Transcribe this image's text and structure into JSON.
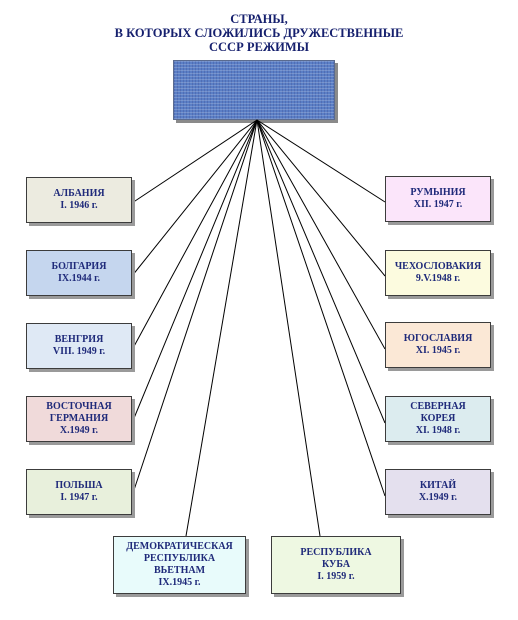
{
  "title": {
    "line1": "СТРАНЫ,",
    "line2": "В КОТОРЫХ СЛОЖИЛИСЬ ДРУЖЕСТВЕННЫЕ",
    "line3": "СССР РЕЖИМЫ"
  },
  "countries": {
    "albania": {
      "name": [
        "АЛБАНИЯ"
      ],
      "date": "I. 1946 г.",
      "color": "#ecebe0"
    },
    "bulgaria": {
      "name": [
        "БОЛГАРИЯ"
      ],
      "date": "IX.1944 г.",
      "color": "#c5d6ee"
    },
    "hungary": {
      "name": [
        "ВЕНГРИЯ"
      ],
      "date": "VIII. 1949 г.",
      "color": "#dfe9f5"
    },
    "east_germany": {
      "name": [
        "ВОСТОЧНАЯ",
        "ГЕРМАНИЯ"
      ],
      "date": "X.1949 г.",
      "color": "#f0dada"
    },
    "poland": {
      "name": [
        "ПОЛЬША"
      ],
      "date": "I. 1947 г.",
      "color": "#e8f0dc"
    },
    "romania": {
      "name": [
        "РУМЫНИЯ"
      ],
      "date": "XII. 1947 г.",
      "color": "#fbe5fa"
    },
    "czechoslovakia": {
      "name": [
        "ЧЕХОСЛОВАКИЯ"
      ],
      "date": "9.V.1948 г.",
      "color": "#fcfbdf"
    },
    "yugoslavia": {
      "name": [
        "ЮГОСЛАВИЯ"
      ],
      "date": "XI. 1945 г.",
      "color": "#fbe8d6"
    },
    "north_korea": {
      "name": [
        "СЕВЕРНАЯ",
        "КОРЕЯ"
      ],
      "date": "XI. 1948 г.",
      "color": "#dcecef"
    },
    "china": {
      "name": [
        "КИТАЙ"
      ],
      "date": "X.1949 г.",
      "color": "#e4e0ee"
    },
    "vietnam": {
      "name": [
        "ДЕМОКРАТИЧЕСКАЯ",
        "РЕСПУБЛИКА",
        "ВЬЕТНАМ"
      ],
      "date": "IX.1945 г.",
      "color": "#e8fbfb"
    },
    "cuba": {
      "name": [
        "РЕСПУБЛИКА",
        "КУБА"
      ],
      "date": "I. 1959 г.",
      "color": "#eef8e2"
    }
  },
  "colors": {
    "hub": "#5b7fc6",
    "line": "#000000",
    "text": "#1f2a7a"
  }
}
